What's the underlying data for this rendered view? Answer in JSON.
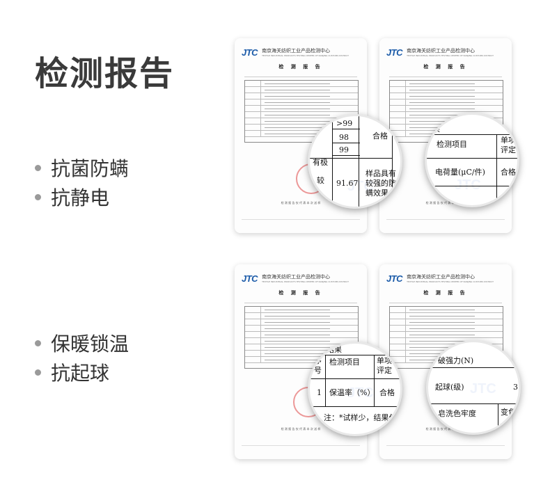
{
  "page": {
    "title": "检测报告"
  },
  "features_top": [
    "抗菌防螨",
    "抗静电"
  ],
  "features_bottom": [
    "保暖锁温",
    "抗起球"
  ],
  "doc": {
    "logo": "JTC",
    "org_cn": "南京海关纺织工业产品检测中心",
    "org_en": "TEXTILE INDUSTRIAL PRODUCTS TESTING CENTER OF NANJING CUSTOMS DISTRICT",
    "report_title": "检 测 报 告",
    "footer": "检 测 报 告 仅 代 表 本 次 送 样"
  },
  "mag1": {
    "r1": ">99",
    "r2": "98",
    "r3": "99",
    "r4_left": "有极",
    "r4_mid": "较",
    "r4_val": "91.67",
    "result": "合格",
    "note": "样品具有\n较强的防\n螨效果"
  },
  "mag2": {
    "h1": "检测项目",
    "h2": "单项\n评定",
    "item": "电荷量(μC/件)",
    "result": "合格",
    "corner": "果"
  },
  "mag3": {
    "top": "结果",
    "col1": "检测项目",
    "col2": "单项\n评定",
    "no_h": "序\n号",
    "no": "1",
    "item": "保温率（%）",
    "result": "合格",
    "note": "注：*试样少，结果仅供"
  },
  "mag4": {
    "r1": "破强力(N)",
    "r2": "起球(级)",
    "r2_val": "3",
    "r3": "皂洗色牢度",
    "r3_right": "变色"
  }
}
